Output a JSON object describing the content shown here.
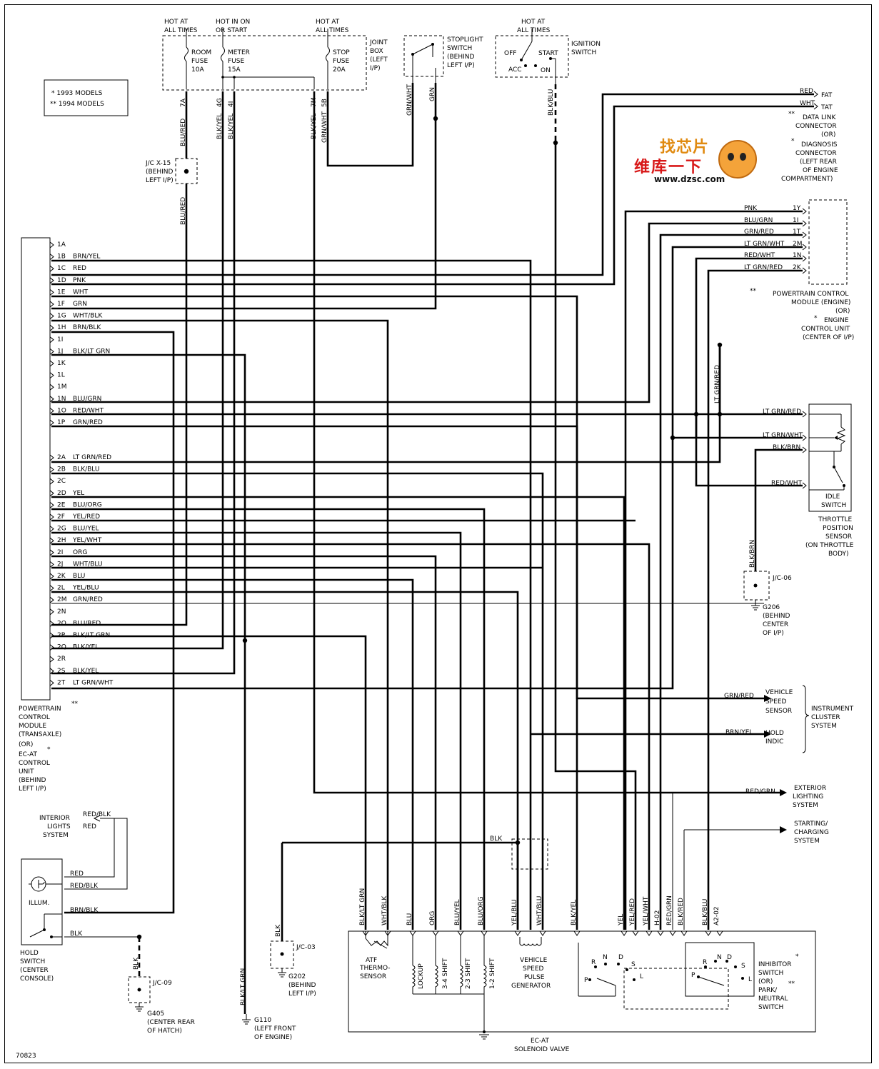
{
  "legend": {
    "model_93": "* 1993 MODELS",
    "model_94": "** 1994 MODELS"
  },
  "figure_code": "70823",
  "watermark": {
    "line1": "找芯片",
    "line2": "维库一下",
    "url": "www.dzsc.com"
  },
  "fuse_box": {
    "hot1": [
      "HOT AT",
      "ALL TIMES"
    ],
    "hot2": [
      "HOT IN ON",
      "OR START"
    ],
    "hot3": [
      "HOT AT",
      "ALL TIMES"
    ],
    "fuse1": [
      "ROOM",
      "FUSE",
      "10A"
    ],
    "fuse2": [
      "METER",
      "FUSE",
      "15A"
    ],
    "fuse3": [
      "STOP",
      "FUSE",
      "20A"
    ],
    "box_label": [
      "JOINT",
      "BOX",
      "(LEFT",
      "I/P)"
    ],
    "pins": [
      "7A",
      "4G",
      "4I",
      "7M",
      "5B"
    ]
  },
  "stoplight": {
    "label": [
      "STOPLIGHT",
      "SWITCH",
      "(BEHIND",
      "LEFT I/P)"
    ],
    "wires": [
      "GRN/WHT",
      "GRN"
    ]
  },
  "ignition": {
    "hot": [
      "HOT AT",
      "ALL TIMES"
    ],
    "label": [
      "IGNITION",
      "SWITCH"
    ],
    "positions": [
      "OFF",
      "START",
      "ACC",
      "ON"
    ],
    "wire": "BLK/BLU"
  },
  "data_link": {
    "wires": [
      "RED",
      "WHT"
    ],
    "pins": [
      "FAT",
      "TAT"
    ],
    "label": [
      "**",
      "DATA LINK",
      "CONNECTOR",
      "(OR)",
      "*",
      "DIAGNOSIS",
      "CONNECTOR",
      "(LEFT REAR",
      "OF ENGINE",
      "COMPARTMENT)"
    ]
  },
  "jc_x15": {
    "label": [
      "J/C X-15",
      "(BEHIND",
      "LEFT I/P)"
    ],
    "wire": "BLU/RED"
  },
  "fuse_wires": [
    "BLU/RED",
    "BLK/YEL",
    "BLK/YEL",
    "BLK/YEL",
    "GRN/WHT"
  ],
  "pcm_engine": {
    "pins": [
      {
        "wire": "PNK",
        "pin": "1Y"
      },
      {
        "wire": "BLU/GRN",
        "pin": "1I"
      },
      {
        "wire": "GRN/RED",
        "pin": "1T"
      },
      {
        "wire": "LT GRN/WHT",
        "pin": "2M"
      },
      {
        "wire": "RED/WHT",
        "pin": "1N"
      },
      {
        "wire": "LT GRN/RED",
        "pin": "2K"
      }
    ],
    "label": [
      "**",
      "POWERTRAIN CONTROL",
      "MODULE (ENGINE)",
      "(OR)",
      "*",
      "ENGINE",
      "CONTROL UNIT",
      "(CENTER OF I/P)"
    ]
  },
  "pcm_trans": {
    "pins": [
      {
        "pin": "1A",
        "wire": ""
      },
      {
        "pin": "1B",
        "wire": "BRN/YEL"
      },
      {
        "pin": "1C",
        "wire": "RED"
      },
      {
        "pin": "1D",
        "wire": "PNK"
      },
      {
        "pin": "1E",
        "wire": "WHT"
      },
      {
        "pin": "1F",
        "wire": "GRN"
      },
      {
        "pin": "1G",
        "wire": "WHT/BLK"
      },
      {
        "pin": "1H",
        "wire": "BRN/BLK"
      },
      {
        "pin": "1I",
        "wire": ""
      },
      {
        "pin": "1J",
        "wire": "BLK/LT GRN"
      },
      {
        "pin": "1K",
        "wire": ""
      },
      {
        "pin": "1L",
        "wire": ""
      },
      {
        "pin": "1M",
        "wire": ""
      },
      {
        "pin": "1N",
        "wire": "BLU/GRN"
      },
      {
        "pin": "1O",
        "wire": "RED/WHT"
      },
      {
        "pin": "1P",
        "wire": "GRN/RED"
      },
      {
        "pin": "2A",
        "wire": "LT GRN/RED"
      },
      {
        "pin": "2B",
        "wire": "BLK/BLU"
      },
      {
        "pin": "2C",
        "wire": ""
      },
      {
        "pin": "2D",
        "wire": "YEL"
      },
      {
        "pin": "2E",
        "wire": "BLU/ORG"
      },
      {
        "pin": "2F",
        "wire": "YEL/RED"
      },
      {
        "pin": "2G",
        "wire": "BLU/YEL"
      },
      {
        "pin": "2H",
        "wire": "YEL/WHT"
      },
      {
        "pin": "2I",
        "wire": "ORG"
      },
      {
        "pin": "2J",
        "wire": "WHT/BLU"
      },
      {
        "pin": "2K",
        "wire": "BLU"
      },
      {
        "pin": "2L",
        "wire": "YEL/BLU"
      },
      {
        "pin": "2M",
        "wire": "GRN/RED"
      },
      {
        "pin": "2N",
        "wire": ""
      },
      {
        "pin": "2O",
        "wire": "BLU/RED"
      },
      {
        "pin": "2P",
        "wire": "BLK/LT GRN"
      },
      {
        "pin": "2Q",
        "wire": "BLK/YEL"
      },
      {
        "pin": "2R",
        "wire": ""
      },
      {
        "pin": "2S",
        "wire": "BLK/YEL"
      },
      {
        "pin": "2T",
        "wire": "LT GRN/WHT"
      }
    ],
    "label": [
      "POWERTRAIN",
      "CONTROL",
      "MODULE",
      "(TRANSAXLE)",
      "(OR)",
      "EC-AT",
      "CONTROL",
      "UNIT",
      "(BEHIND",
      "LEFT I/P)"
    ],
    "mark94": "**",
    "mark93": "*"
  },
  "tps": {
    "wires": [
      "LT GRN/RED",
      "LT GRN/WHT",
      "BLK/BRN",
      "RED/WHT"
    ],
    "idle": [
      "IDLE",
      "SWITCH"
    ],
    "label": [
      "THROTTLE",
      "POSITION",
      "SENSOR",
      "(ON THROTTLE",
      "BODY)"
    ],
    "vert_wire": "LT GRN/RED"
  },
  "ground_g206": {
    "wire": "BLK/BRN",
    "jc": "J/C-06",
    "label": [
      "G206",
      "(BEHIND",
      "CENTER",
      "OF I/P)"
    ]
  },
  "instrument": {
    "vss_wire": "GRN/RED",
    "vss_label": [
      "VEHICLE",
      "SPEED",
      "SENSOR"
    ],
    "hold_wire": "BRN/YEL",
    "hold_label": [
      "HOLD",
      "INDIC"
    ],
    "system": [
      "INSTRUMENT",
      "CLUSTER",
      "SYSTEM"
    ]
  },
  "exterior": {
    "wire": "RED/GRN",
    "label": [
      "EXTERIOR",
      "LIGHTING",
      "SYSTEM"
    ]
  },
  "starting": {
    "label": [
      "STARTING/",
      "CHARGING",
      "SYSTEM"
    ]
  },
  "interior": {
    "label": [
      "INTERIOR",
      "LIGHTS",
      "SYSTEM"
    ],
    "wires": [
      "RED/BLK",
      "RED"
    ]
  },
  "hold_switch": {
    "illum": "ILLUM.",
    "wires": [
      "RED",
      "RED/BLK",
      "BRN/BLK",
      "BLK"
    ],
    "label": [
      "HOLD",
      "SWITCH",
      "(CENTER",
      "CONSOLE)"
    ]
  },
  "g405": {
    "wire": "BLK",
    "jc": "J/C-09",
    "label": [
      "G405",
      "(CENTER REAR",
      "OF HATCH)"
    ]
  },
  "g110": {
    "wire": "BLK/LT GRN",
    "label": [
      "G110",
      "(LEFT FRONT",
      "OF ENGINE)"
    ]
  },
  "g202": {
    "wire": "BLK",
    "jc": "J/C-03",
    "label": [
      "G202",
      "(BEHIND",
      "LEFT I/P)"
    ]
  },
  "blk_splice": "BLK",
  "bottom_wires": [
    "BLK/LT GRN",
    "WHT/BLK",
    "BLU",
    "ORG",
    "BLU/YEL",
    "BLU/ORG",
    "YEL/BLU",
    "WHT/BLU",
    "BLK/YEL",
    "YEL",
    "YEL/RED",
    "YEL/WHT",
    "H-02",
    "RED/GRN",
    "BLK/RED",
    "BLK/BLU",
    "A2-02"
  ],
  "solenoid": {
    "atf": [
      "ATF",
      "THERMO-",
      "SENSOR"
    ],
    "lockup": "LOCKUP",
    "s34": "3-4 SHIFT",
    "s23": "2-3 SHIFT",
    "s12": "1-2 SHIFT",
    "vspg": [
      "VEHICLE",
      "SPEED",
      "PULSE",
      "GENERATOR"
    ],
    "label": [
      "EC-AT",
      "SOLENOID VALVE"
    ],
    "gear1": [
      "R",
      "N",
      "D",
      "S",
      "L",
      "P"
    ],
    "gear2": [
      "R",
      "N",
      "D",
      "S",
      "L",
      "P"
    ]
  },
  "inhibitor": {
    "label": [
      "INHIBITOR",
      "SWITCH",
      "(OR)",
      "PARK/",
      "NEUTRAL",
      "SWITCH"
    ],
    "mark": "*",
    "mark2": "**"
  }
}
